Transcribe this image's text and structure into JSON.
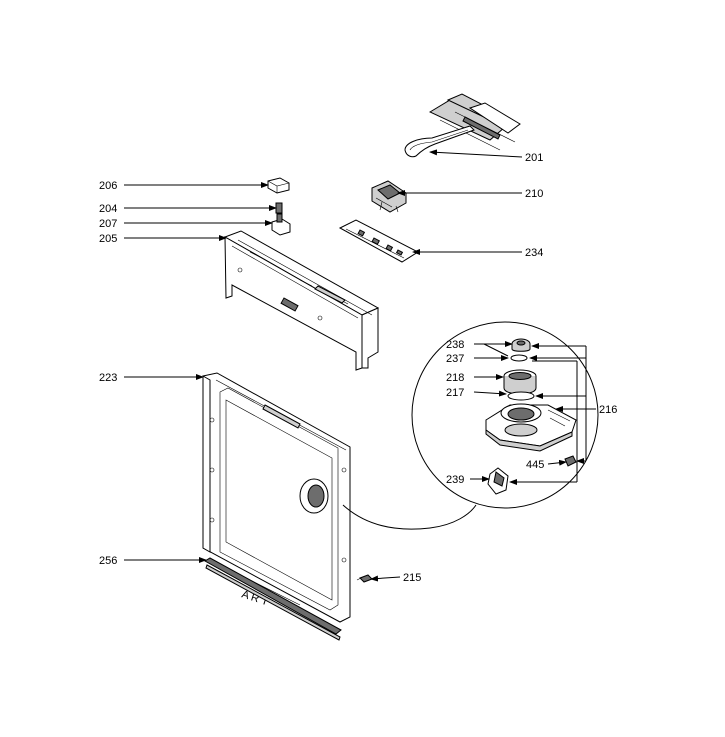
{
  "callouts": {
    "c201": "201",
    "c206": "206",
    "c210": "210",
    "c204": "204",
    "c207": "207",
    "c205": "205",
    "c234": "234",
    "c238": "238",
    "c237": "237",
    "c218": "218",
    "c217": "217",
    "c216": "216",
    "c223": "223",
    "c445": "445",
    "c239": "239",
    "c256": "256",
    "c215": "215"
  }
}
